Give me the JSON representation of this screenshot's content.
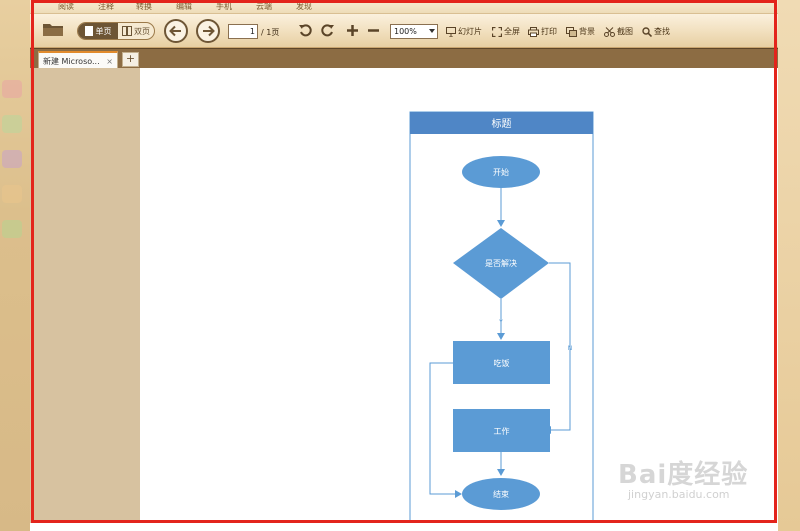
{
  "menu": {
    "items": [
      "阅读",
      "注释",
      "转换",
      "编辑",
      "手机",
      "云端",
      "发现"
    ]
  },
  "toolbar": {
    "view_single": "单页",
    "view_double": "双页",
    "page_current": "1",
    "page_total": "/ 1页",
    "zoom": "100%",
    "slideshow": "幻灯片",
    "fullscreen": "全屏",
    "print": "打印",
    "background": "背景",
    "screenshot": "截图",
    "find": "查找"
  },
  "tabs": {
    "doc_title": "新建 Microso...",
    "close": "×",
    "new_tab": "+"
  },
  "flowchart": {
    "title": "标题",
    "start": "开始",
    "decision": "是否解决",
    "yes_label": "Y",
    "no_label": "N",
    "step1": "吃饭",
    "step2": "工作",
    "end": "结束"
  },
  "watermark": {
    "main": "Bai度经验",
    "sub": "jingyan.baidu.com"
  },
  "colors": {
    "frame": "#e3241c",
    "flow_fill": "#5b9bd5",
    "flow_header": "#4f86c6",
    "toolbar": "#f1dfbd"
  }
}
